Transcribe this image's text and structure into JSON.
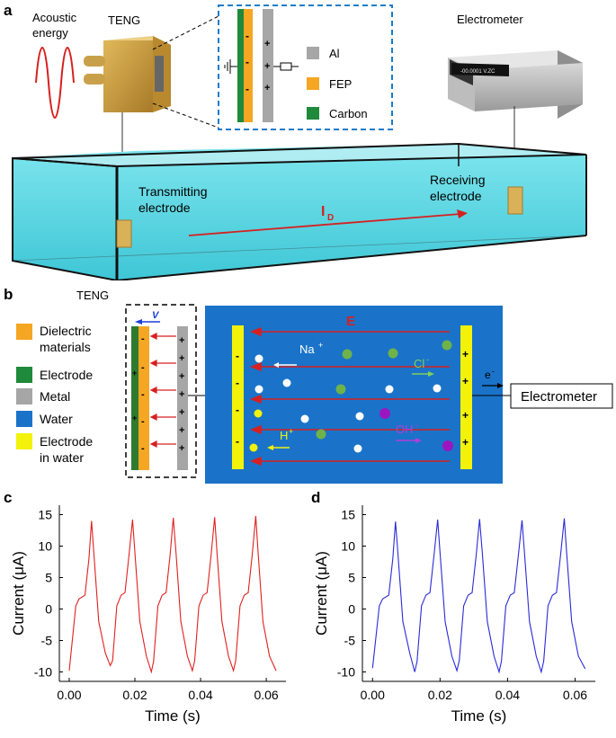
{
  "panels": {
    "a": "a",
    "b": "b",
    "c": "c",
    "d": "d"
  },
  "panel_a": {
    "acoustic_label_1": "Acoustic",
    "acoustic_label_2": "energy",
    "teng_label": "TENG",
    "electrometer_label": "Electrometer",
    "display_text": "-00.0001 V.ZC",
    "transmitting_1": "Transmitting",
    "transmitting_2": "electrode",
    "receiving_1": "Receiving",
    "receiving_2": "electrode",
    "current_label": "I",
    "current_sub": "D",
    "legend": [
      {
        "label": "Al",
        "color": "#a6a6a6"
      },
      {
        "label": "FEP",
        "color": "#f5a623"
      },
      {
        "label": "Carbon",
        "color": "#1f8a3b"
      }
    ],
    "accent_blue": "#1a7cc9",
    "wave_color": "#d62020"
  },
  "panel_b": {
    "teng_label": "TENG",
    "v_label": "V",
    "legend": [
      {
        "label_1": "Dielectric",
        "label_2": "materials",
        "color": "#f5a623"
      },
      {
        "label_1": "Electrode",
        "label_2": "",
        "color": "#1f8a3b"
      },
      {
        "label_1": "Metal",
        "label_2": "",
        "color": "#a6a6a6"
      },
      {
        "label_1": "Water",
        "label_2": "",
        "color": "#1a73c8"
      },
      {
        "label_1": "Electrode",
        "label_2": "in water",
        "color": "#f2f20a"
      }
    ],
    "field_label": "E",
    "na_label": "Na",
    "cl_label": "Cl",
    "h_label": "H",
    "oh_label": "OH",
    "plus_sup": "+",
    "minus_sup": "-",
    "e_label": "e",
    "electrometer_label": "Electrometer",
    "water_color": "#1a73c8",
    "electrode_color": "#f2f20a",
    "arrow_color": "#d62020"
  },
  "chart_data": [
    {
      "type": "line",
      "panel": "c",
      "xlabel": "Time (s)",
      "ylabel": "Current (μA)",
      "xlim": [
        -0.003,
        0.066
      ],
      "ylim": [
        -11.5,
        16.5
      ],
      "xticks": [
        "0.00",
        "0.02",
        "0.04",
        "0.06"
      ],
      "xtick_values": [
        0,
        0.02,
        0.04,
        0.06
      ],
      "yticks": [
        "15",
        "10",
        "5",
        "0",
        "-5",
        "-10"
      ],
      "ytick_values": [
        15,
        10,
        5,
        0,
        -5,
        -10
      ],
      "color": "#e02020",
      "series": [
        {
          "x": [
            0.0,
            0.002,
            0.003,
            0.0048,
            0.006,
            0.0068,
            0.0075,
            0.009,
            0.011,
            0.0125,
            0.0132,
            0.0145,
            0.0158,
            0.017,
            0.0182,
            0.0193,
            0.02,
            0.0215,
            0.0235,
            0.025,
            0.0257,
            0.027,
            0.0283,
            0.0295,
            0.0307,
            0.0317,
            0.0325,
            0.034,
            0.036,
            0.0375,
            0.0382,
            0.0395,
            0.0408,
            0.042,
            0.0432,
            0.0443,
            0.045,
            0.0465,
            0.0485,
            0.05,
            0.0507,
            0.052,
            0.0533,
            0.0545,
            0.0557,
            0.0568,
            0.0575,
            0.059,
            0.061,
            0.063
          ],
          "y": [
            -9.8,
            0.5,
            1.6,
            2.2,
            8.0,
            14.0,
            9.0,
            -2.0,
            -7.0,
            -9.0,
            -8.2,
            0.5,
            2.2,
            2.6,
            8.5,
            14.2,
            9.0,
            -2.0,
            -7.5,
            -10.0,
            -8.3,
            0.5,
            2.2,
            2.6,
            8.5,
            14.5,
            9.0,
            -2.0,
            -7.5,
            -9.8,
            -8.2,
            0.5,
            2.2,
            2.6,
            8.5,
            14.6,
            9.0,
            -2.0,
            -7.5,
            -9.8,
            -8.2,
            0.5,
            2.2,
            2.6,
            8.5,
            14.8,
            9.0,
            -2.0,
            -7.5,
            -9.8
          ]
        }
      ]
    },
    {
      "type": "line",
      "panel": "d",
      "xlabel": "Time (s)",
      "ylabel": "Current (μA)",
      "xlim": [
        -0.003,
        0.066
      ],
      "ylim": [
        -11.5,
        16.5
      ],
      "xticks": [
        "0.00",
        "0.02",
        "0.04",
        "0.06"
      ],
      "xtick_values": [
        0,
        0.02,
        0.04,
        0.06
      ],
      "yticks": [
        "15",
        "10",
        "5",
        "0",
        "-5",
        "-10"
      ],
      "ytick_values": [
        15,
        10,
        5,
        0,
        -5,
        -10
      ],
      "color": "#2a2ad8",
      "series": [
        {
          "x": [
            0.0,
            0.002,
            0.003,
            0.0048,
            0.006,
            0.0068,
            0.0075,
            0.009,
            0.011,
            0.0125,
            0.0132,
            0.0145,
            0.0158,
            0.017,
            0.0182,
            0.0193,
            0.02,
            0.0215,
            0.0235,
            0.025,
            0.0257,
            0.027,
            0.0283,
            0.0295,
            0.0307,
            0.0317,
            0.0325,
            0.034,
            0.036,
            0.0375,
            0.0382,
            0.0395,
            0.0408,
            0.042,
            0.0432,
            0.0443,
            0.045,
            0.0465,
            0.0485,
            0.05,
            0.0507,
            0.052,
            0.0533,
            0.0545,
            0.0557,
            0.0568,
            0.0575,
            0.059,
            0.061,
            0.063
          ],
          "y": [
            -9.4,
            0.5,
            1.6,
            2.2,
            8.0,
            13.9,
            9.0,
            -2.0,
            -7.0,
            -10.0,
            -8.3,
            0.5,
            2.2,
            2.6,
            8.5,
            14.2,
            9.0,
            -2.0,
            -7.5,
            -9.8,
            -8.2,
            0.5,
            2.2,
            2.6,
            8.5,
            14.3,
            9.0,
            -2.0,
            -7.5,
            -10.0,
            -8.3,
            0.5,
            2.2,
            2.6,
            8.5,
            14.1,
            9.0,
            -2.0,
            -7.5,
            -10.0,
            -8.3,
            0.5,
            2.2,
            2.6,
            8.5,
            14.4,
            9.0,
            -2.0,
            -7.5,
            -9.5
          ]
        }
      ]
    }
  ]
}
